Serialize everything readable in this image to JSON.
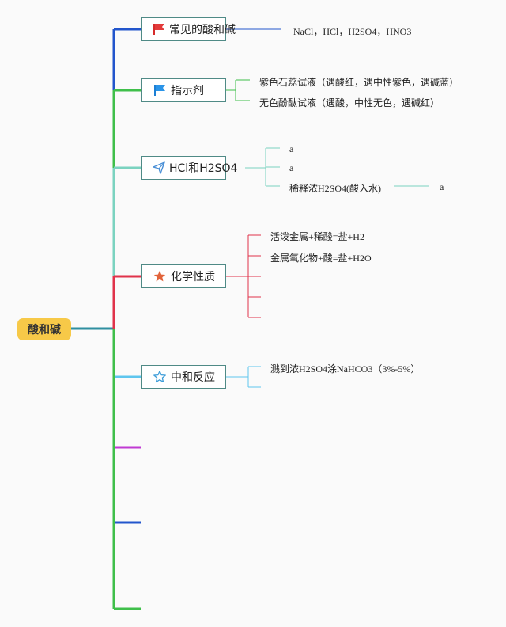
{
  "root": {
    "label": "酸和碱"
  },
  "colors": {
    "root_fill": "#f7c948",
    "topic_border": "#4f8a86",
    "branch_1": "#2255cc",
    "branch_2": "#3fbf4a",
    "branch_3": "#7bd3c0",
    "branch_4": "#e0334a",
    "branch_5": "#5ec5ee",
    "branch_6": "#c03ad3",
    "branch_7": "#2255cc",
    "branch_8": "#3fbf4a"
  },
  "topics": [
    {
      "label": "常见的酸和碱",
      "icon": "red-flag-icon",
      "leaves": [
        "NaCl，HCl，H2SO4，HNO3"
      ]
    },
    {
      "label": "指示剂",
      "icon": "blue-flag-icon",
      "leaves": [
        "紫色石蕊试液（遇酸红，遇中性紫色，遇碱蓝）",
        "无色酚酞试液（遇酸，中性无色，遇碱红）"
      ]
    },
    {
      "label": "HCl和H2SO4",
      "icon": "paper-plane-icon",
      "leaves": [
        "a",
        "a",
        "稀释浓H2SO4(酸入水)"
      ],
      "subleaf": "a"
    },
    {
      "label": "化学性质",
      "icon": "star-filled-icon",
      "leaves": [
        "活泼金属+稀酸=盐+H2",
        "金属氧化物+酸=盐+H2O",
        "",
        "",
        ""
      ]
    },
    {
      "label": "中和反应",
      "icon": "star-outline-icon",
      "leaves": [
        "溅到浓H2SO4涂NaHCO3（3%-5%）",
        ""
      ]
    }
  ]
}
